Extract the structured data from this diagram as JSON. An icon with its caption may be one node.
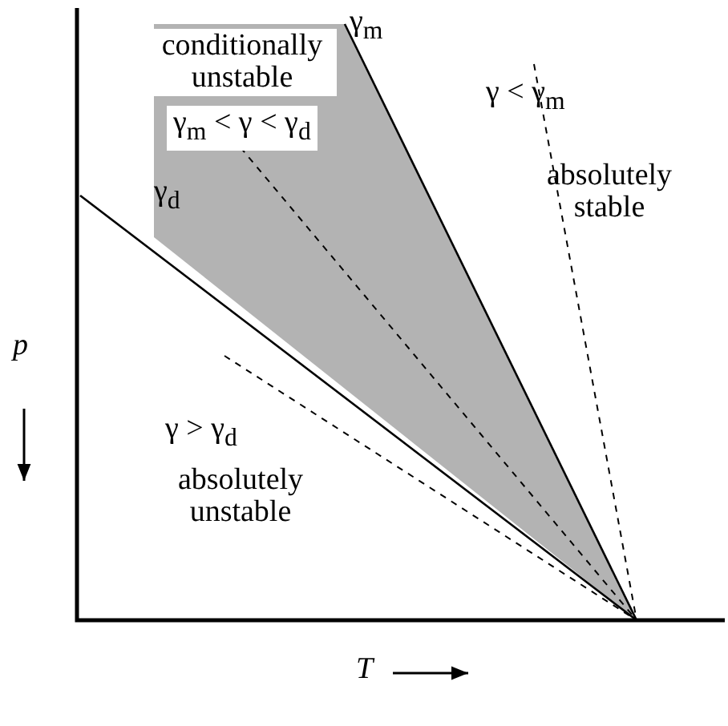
{
  "diagram": {
    "labels": [
      "γ$_{m}$",
      "conditionally unstable",
      "γ < γ$_{m}$",
      "γ$_{m}$ < γ < γ$_{d}$",
      "γ$_{d}$",
      "absolutely stable",
      "p",
      "γ > γ$_{d}$",
      "absolutely unstable",
      "T"
    ]
  }
}
